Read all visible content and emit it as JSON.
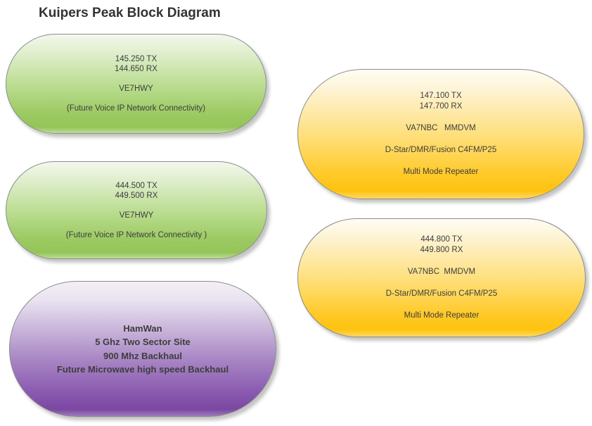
{
  "title": "Kuipers Peak Block Diagram",
  "colors": {
    "background": "#ffffff",
    "title_text": "#333333",
    "block_text": "#3d3d3d",
    "block_border": "#8c8c8c",
    "green_gradient_top": "#f3f8ec",
    "green_gradient_bottom": "#94c558",
    "purple_gradient_top": "#f3eff7",
    "purple_gradient_bottom": "#7b48a1",
    "yellow_gradient_top": "#fffdf4",
    "yellow_gradient_bottom": "#fec30f"
  },
  "blocks": [
    {
      "id": "green-vhf-repeater",
      "color": "green",
      "tx": "145.250 TX",
      "rx": "144.650 RX",
      "callsign": "VE7HWY",
      "note": "(Future Voice IP Network Connectivity)"
    },
    {
      "id": "green-uhf-repeater",
      "color": "green",
      "tx": "444.500 TX",
      "rx": "449.500 RX",
      "callsign": "VE7HWY",
      "note": "(Future Voice IP Network Connectivity )"
    },
    {
      "id": "hamwan",
      "color": "purple",
      "lines": [
        "HamWan",
        "5 Ghz Two Sector Site",
        "900 Mhz Backhaul",
        "Future Microwave high speed Backhaul"
      ]
    },
    {
      "id": "yellow-vhf-mmdvm",
      "color": "yellow",
      "tx": "147.100 TX",
      "rx": "147.700 RX",
      "callsign": "VA7NBC   MMDVM",
      "modes": "D-Star/DMR/Fusion C4FM/P25",
      "type": "Multi Mode Repeater"
    },
    {
      "id": "yellow-uhf-mmdvm",
      "color": "yellow",
      "tx": "444.800 TX",
      "rx": "449.800 RX",
      "callsign": "VA7NBC  MMDVM",
      "modes": "D-Star/DMR/Fusion C4FM/P25",
      "type": "Multi Mode Repeater"
    }
  ]
}
